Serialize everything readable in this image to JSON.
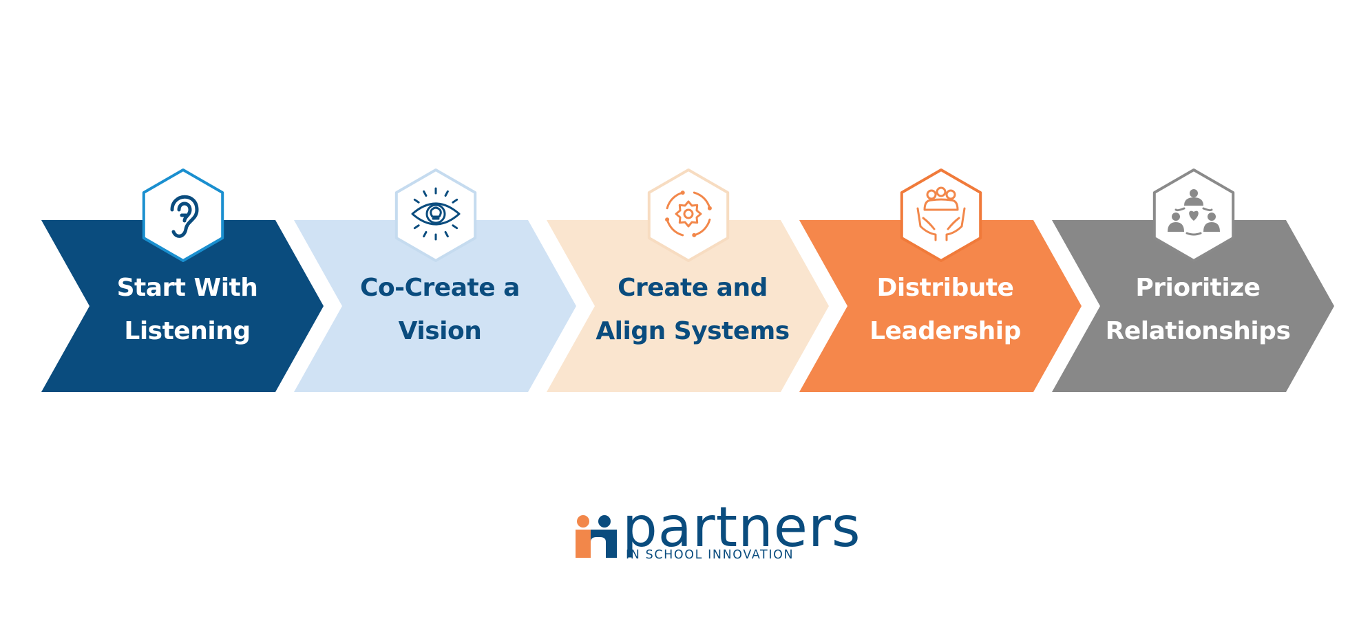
{
  "steps": [
    {
      "id": "listening",
      "line1": "Start With",
      "line2": "Listening",
      "fill": "#0a4c7e",
      "text_color": "#ffffff",
      "hex_stroke": "#1a8fcf",
      "icon_color": "#0a4c7e",
      "icon": "ear-icon"
    },
    {
      "id": "vision",
      "line1": "Co-Create a",
      "line2": "Vision",
      "fill": "#d0e2f4",
      "text_color": "#0a4c7e",
      "hex_stroke": "#c5dbef",
      "icon_color": "#0a4c7e",
      "icon": "eye-lightbulb-icon"
    },
    {
      "id": "systems",
      "line1": "Create and",
      "line2": "Align Systems",
      "fill": "#fae5cf",
      "text_color": "#0a4c7e",
      "hex_stroke": "#f7dcc1",
      "icon_color": "#f2874a",
      "icon": "gear-cycle-icon"
    },
    {
      "id": "leadership",
      "line1": "Distribute",
      "line2": "Leadership",
      "fill": "#f5874b",
      "text_color": "#ffffff",
      "hex_stroke": "#f07a3a",
      "icon_color": "#f2874a",
      "icon": "group-hands-icon"
    },
    {
      "id": "relationships",
      "line1": "Prioritize",
      "line2": "Relationships",
      "fill": "#888888",
      "text_color": "#ffffff",
      "hex_stroke": "#8a8a8a",
      "icon_color": "#8a8a8a",
      "icon": "people-circle-icon"
    }
  ],
  "logo": {
    "word": "partners",
    "tagline": "IN SCHOOL INNOVATION",
    "word_color": "#0a4c7e",
    "tagline_color": "#0a4c7e",
    "accent_orange": "#f2874a",
    "accent_blue": "#0a4c7e"
  }
}
